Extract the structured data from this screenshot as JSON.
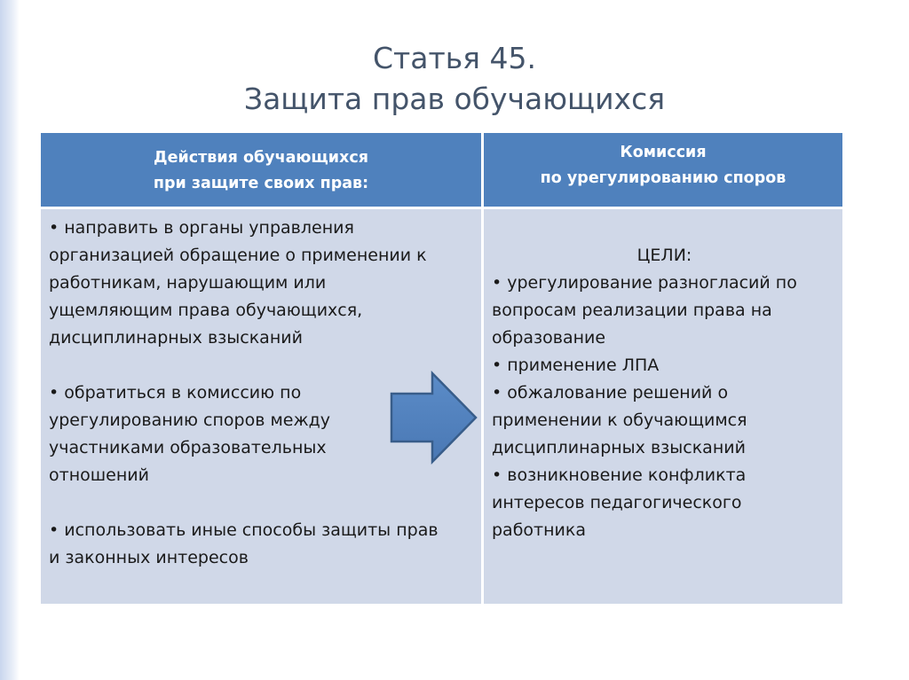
{
  "title": {
    "line1": "Статья  45.",
    "line2": "Защита  прав обучающихся"
  },
  "table": {
    "header_left": [
      "Действия обучающихся",
      "при защите своих прав:"
    ],
    "header_right": [
      "Комиссия",
      "по урегулированию споров"
    ],
    "left_items": [
      [
        "• направить в органы управления",
        "организацией обращение о применении к",
        "работникам, нарушающим или",
        "ущемляющим права обучающихся,",
        "дисциплинарных взысканий"
      ],
      [
        "• обратиться в комиссию по",
        "урегулированию споров между",
        "участниками образовательных",
        "отношений"
      ],
      [
        "• использовать иные способы защиты прав",
        "и законных интересов"
      ]
    ],
    "right_heading": "ЦЕЛИ:",
    "right_items": [
      [
        "• урегулирование разногласий по",
        "вопросам реализации права на",
        "образование"
      ],
      [
        "• применение ЛПА"
      ],
      [
        "• обжалование решений о",
        "применении к обучающимся",
        "дисциплинарных взысканий"
      ],
      [
        "• возникновение конфликта",
        "интересов педагогического",
        "работника"
      ]
    ]
  },
  "colors": {
    "header_bg": "#4f81bd",
    "cell_bg": "#d0d8e8",
    "title_color": "#44546a",
    "arrow_fill": "#4f81bd",
    "arrow_stroke": "#385d8a"
  },
  "icons": {
    "arrow": "right-arrow-icon"
  }
}
